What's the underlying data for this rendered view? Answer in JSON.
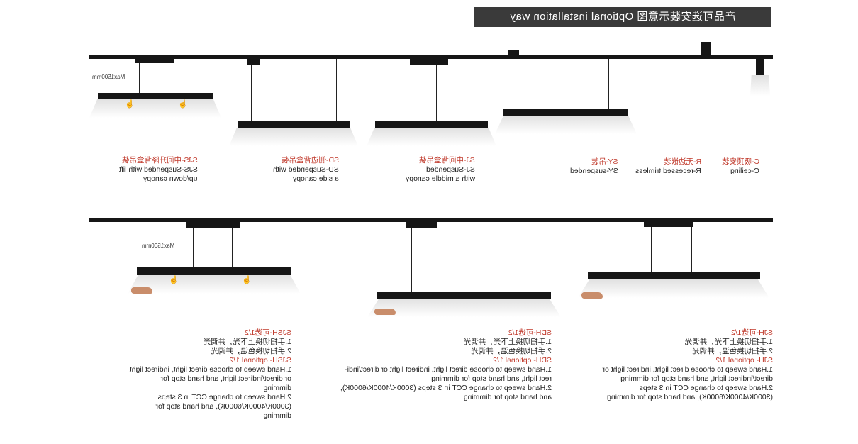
{
  "title": "产品可选安装示意图 Optional installation way",
  "dimension_label": "Max1500mm",
  "top_labels": {
    "c_cn": "C-吸顶安装",
    "c_en": "C-ceiling",
    "r_cn": "R-无边嵌装",
    "r_en": "R-recessed trimless",
    "sy_cn": "SY-吊装",
    "sy_en": "SY-suspended",
    "sj_cn": "SJ-中间背盒吊装",
    "sj_en1": "SJ-Suspended",
    "sj_en2": "with a middle canopy",
    "sd_cn": "SD-侧边背盒吊装",
    "sd_en1": "SD-Suspended with",
    "sd_en2": "a side canopy",
    "sjs_cn": "SJS-中间升降背盒吊装",
    "sjs_en1": "SJS-Suspended with lift",
    "sjs_en2": "up/down canopy"
  },
  "sjh": {
    "title_cn": "SJH-可选1/2",
    "l1": "1.手扫切换上下光，并调光",
    "l2": "2.手扫切换色温，并调光",
    "title_en": "SJH- optional 1/2",
    "e1": "1.Hand sweep to choose direct light, indirect light or",
    "e2": "direct/indirect light, and hand stop for dimming",
    "e3": "2.Hand sweep to change CCT in 3 steps",
    "e4": "(3000K/4000K/6000K), and hand stop for dimming"
  },
  "sdh": {
    "title_cn": "SDH-可选1/2",
    "l1": "1.手扫切换上下光，并调光",
    "l2": "2.手扫切换色温，并调光",
    "title_en": "SDH- optional 1/2",
    "e1": "1.Hand sweep to choose direct light, indirect light or direct/indi-",
    "e2": "rect light, and hand stop for dimming",
    "e3": "2.Hand sweep to change CCT in 3 steps (3000K/4000K/6000K),",
    "e4": "and hand stop for dimming"
  },
  "sjsh": {
    "title_cn": "SJSH-可选1/2",
    "l1": "1.手扫切换上下光，并调光",
    "l2": "2.手扫切换色温，并调光",
    "title_en": "SJSH- optional 1/2",
    "e1": "1.Hand sweep to choose direct light, indirect light",
    "e2": "or direct/indirect light, and hand stop for",
    "e3": "dimming",
    "e4": "2.Hand sweep to change CCT in 3 steps",
    "e5": "(3000K/4000K/6000K), and hand stop for",
    "e6": "dimming"
  }
}
